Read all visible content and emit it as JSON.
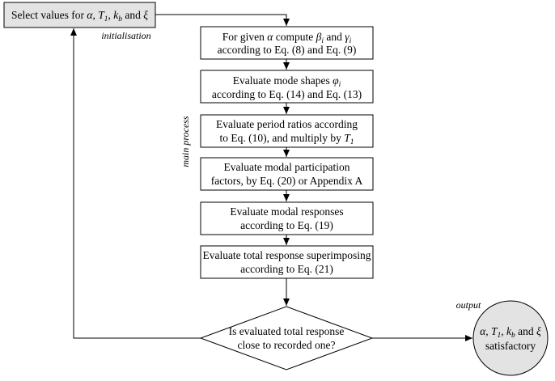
{
  "flowchart": {
    "init": {
      "text_prefix": "Select values for ",
      "alpha": "α",
      "sep1": ", ",
      "T": "T",
      "T_sub": "1",
      "sep2": ", ",
      "k": "k",
      "k_sub": "b",
      "sep3": " and ",
      "xi": "ξ",
      "label": "initialisation"
    },
    "main_process_label": "main process",
    "steps": [
      {
        "line1_prefix": "For given ",
        "line1_alpha": "α",
        "line1_mid": " compute ",
        "line1_beta": "β",
        "line1_beta_sub": "i",
        "line1_and": " and ",
        "line1_gamma": "γ",
        "line1_gamma_sub": "i",
        "line2": "according to Eq. (8) and Eq. (9)"
      },
      {
        "line1_prefix": "Evaluate mode shapes ",
        "line1_phi": "φ",
        "line1_phi_sub": "i",
        "line2": "according to Eq. (14) and Eq. (13)"
      },
      {
        "line1": "Evaluate period ratios according",
        "line2_prefix": "to Eq. (10), and multiply by ",
        "line2_T": "T",
        "line2_T_sub": "1"
      },
      {
        "line1": "Evaluate modal participation",
        "line2": "factors, by Eq. (20) or Appendix A"
      },
      {
        "line1": "Evaluate modal responses",
        "line2": "according to Eq. (19)"
      },
      {
        "line1": "Evaluate total response superimposing",
        "line2": "according to Eq. (21)"
      }
    ],
    "decision": {
      "line1": "Is evaluated total response",
      "line2": "close to recorded one?"
    },
    "output": {
      "label": "output",
      "alpha": "α",
      "sep1": ", ",
      "T": "T",
      "T_sub": "1",
      "sep2": ", ",
      "k": "k",
      "k_sub": "b",
      "sep3": " and ",
      "xi": "ξ",
      "line2": "satisfactory"
    },
    "colors": {
      "shaded_fill": "#e3e3e3",
      "stroke": "#000000",
      "box_fill": "#ffffff"
    }
  }
}
